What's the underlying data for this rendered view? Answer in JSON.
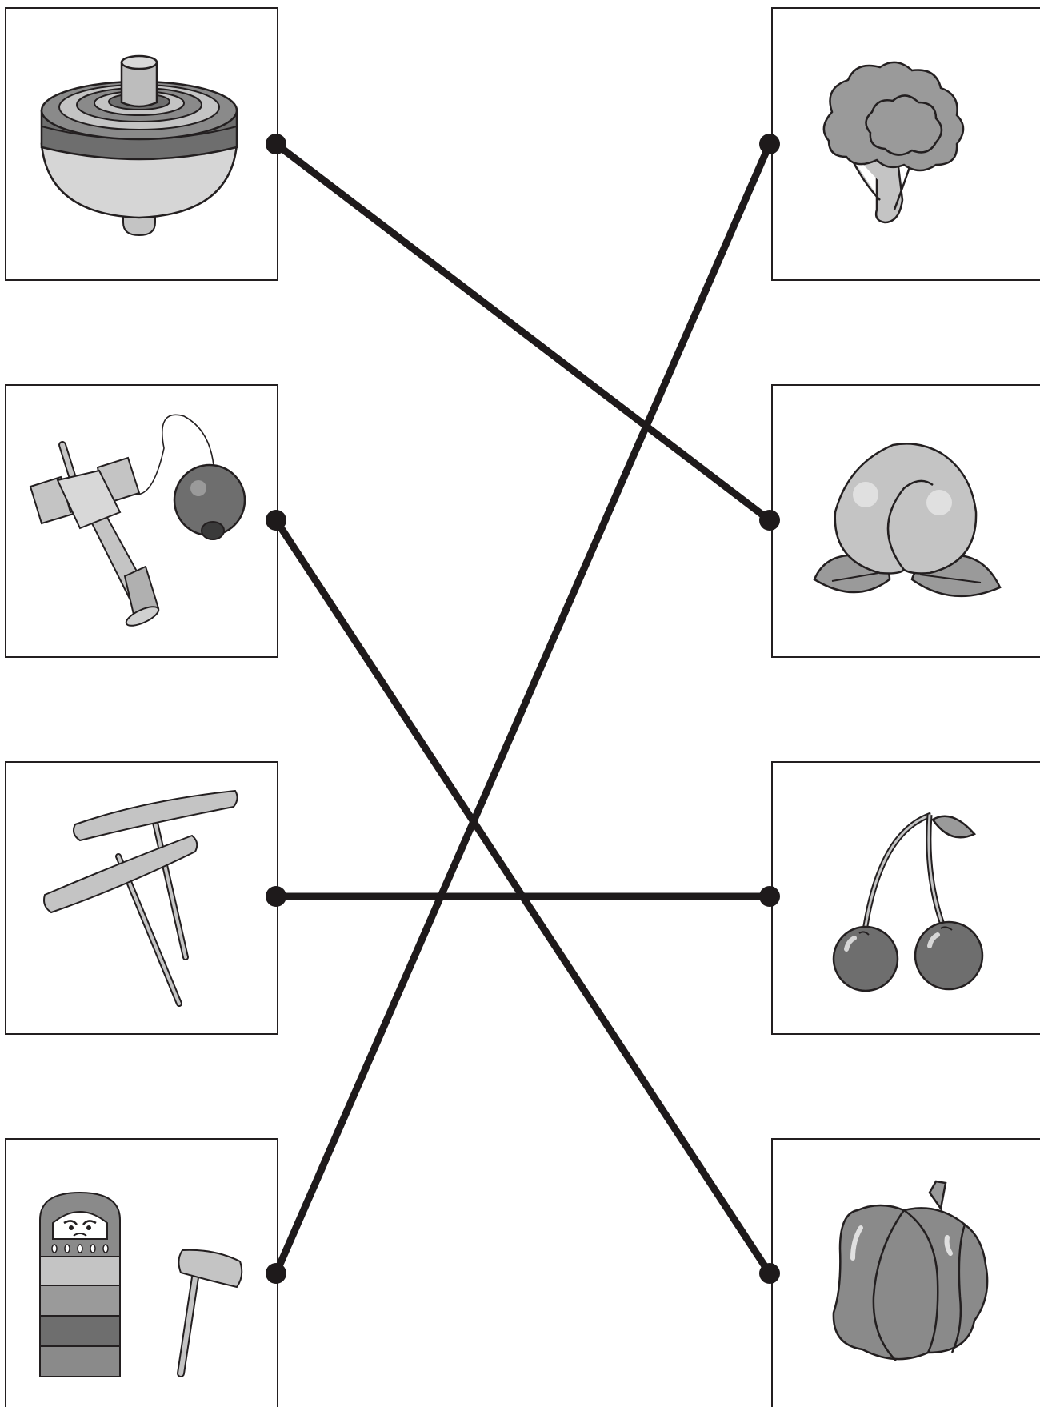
{
  "left_items": [
    {
      "icon": "spinning-top-icon"
    },
    {
      "icon": "kendama-icon"
    },
    {
      "icon": "bamboo-dragonfly-icon"
    },
    {
      "icon": "daruma-otoshi-icon"
    }
  ],
  "right_items": [
    {
      "icon": "broccoli-icon"
    },
    {
      "icon": "peach-icon"
    },
    {
      "icon": "cherries-icon"
    },
    {
      "icon": "bell-pepper-icon"
    }
  ],
  "connections": [
    [
      0,
      1
    ],
    [
      1,
      3
    ],
    [
      2,
      2
    ],
    [
      3,
      0
    ]
  ],
  "colors": {
    "line": "#1e1a1b",
    "box_border": "#231f20",
    "light_gray": "#c4c4c4",
    "mid_gray": "#9a9a9a",
    "dark_gray": "#6e6e6e"
  }
}
